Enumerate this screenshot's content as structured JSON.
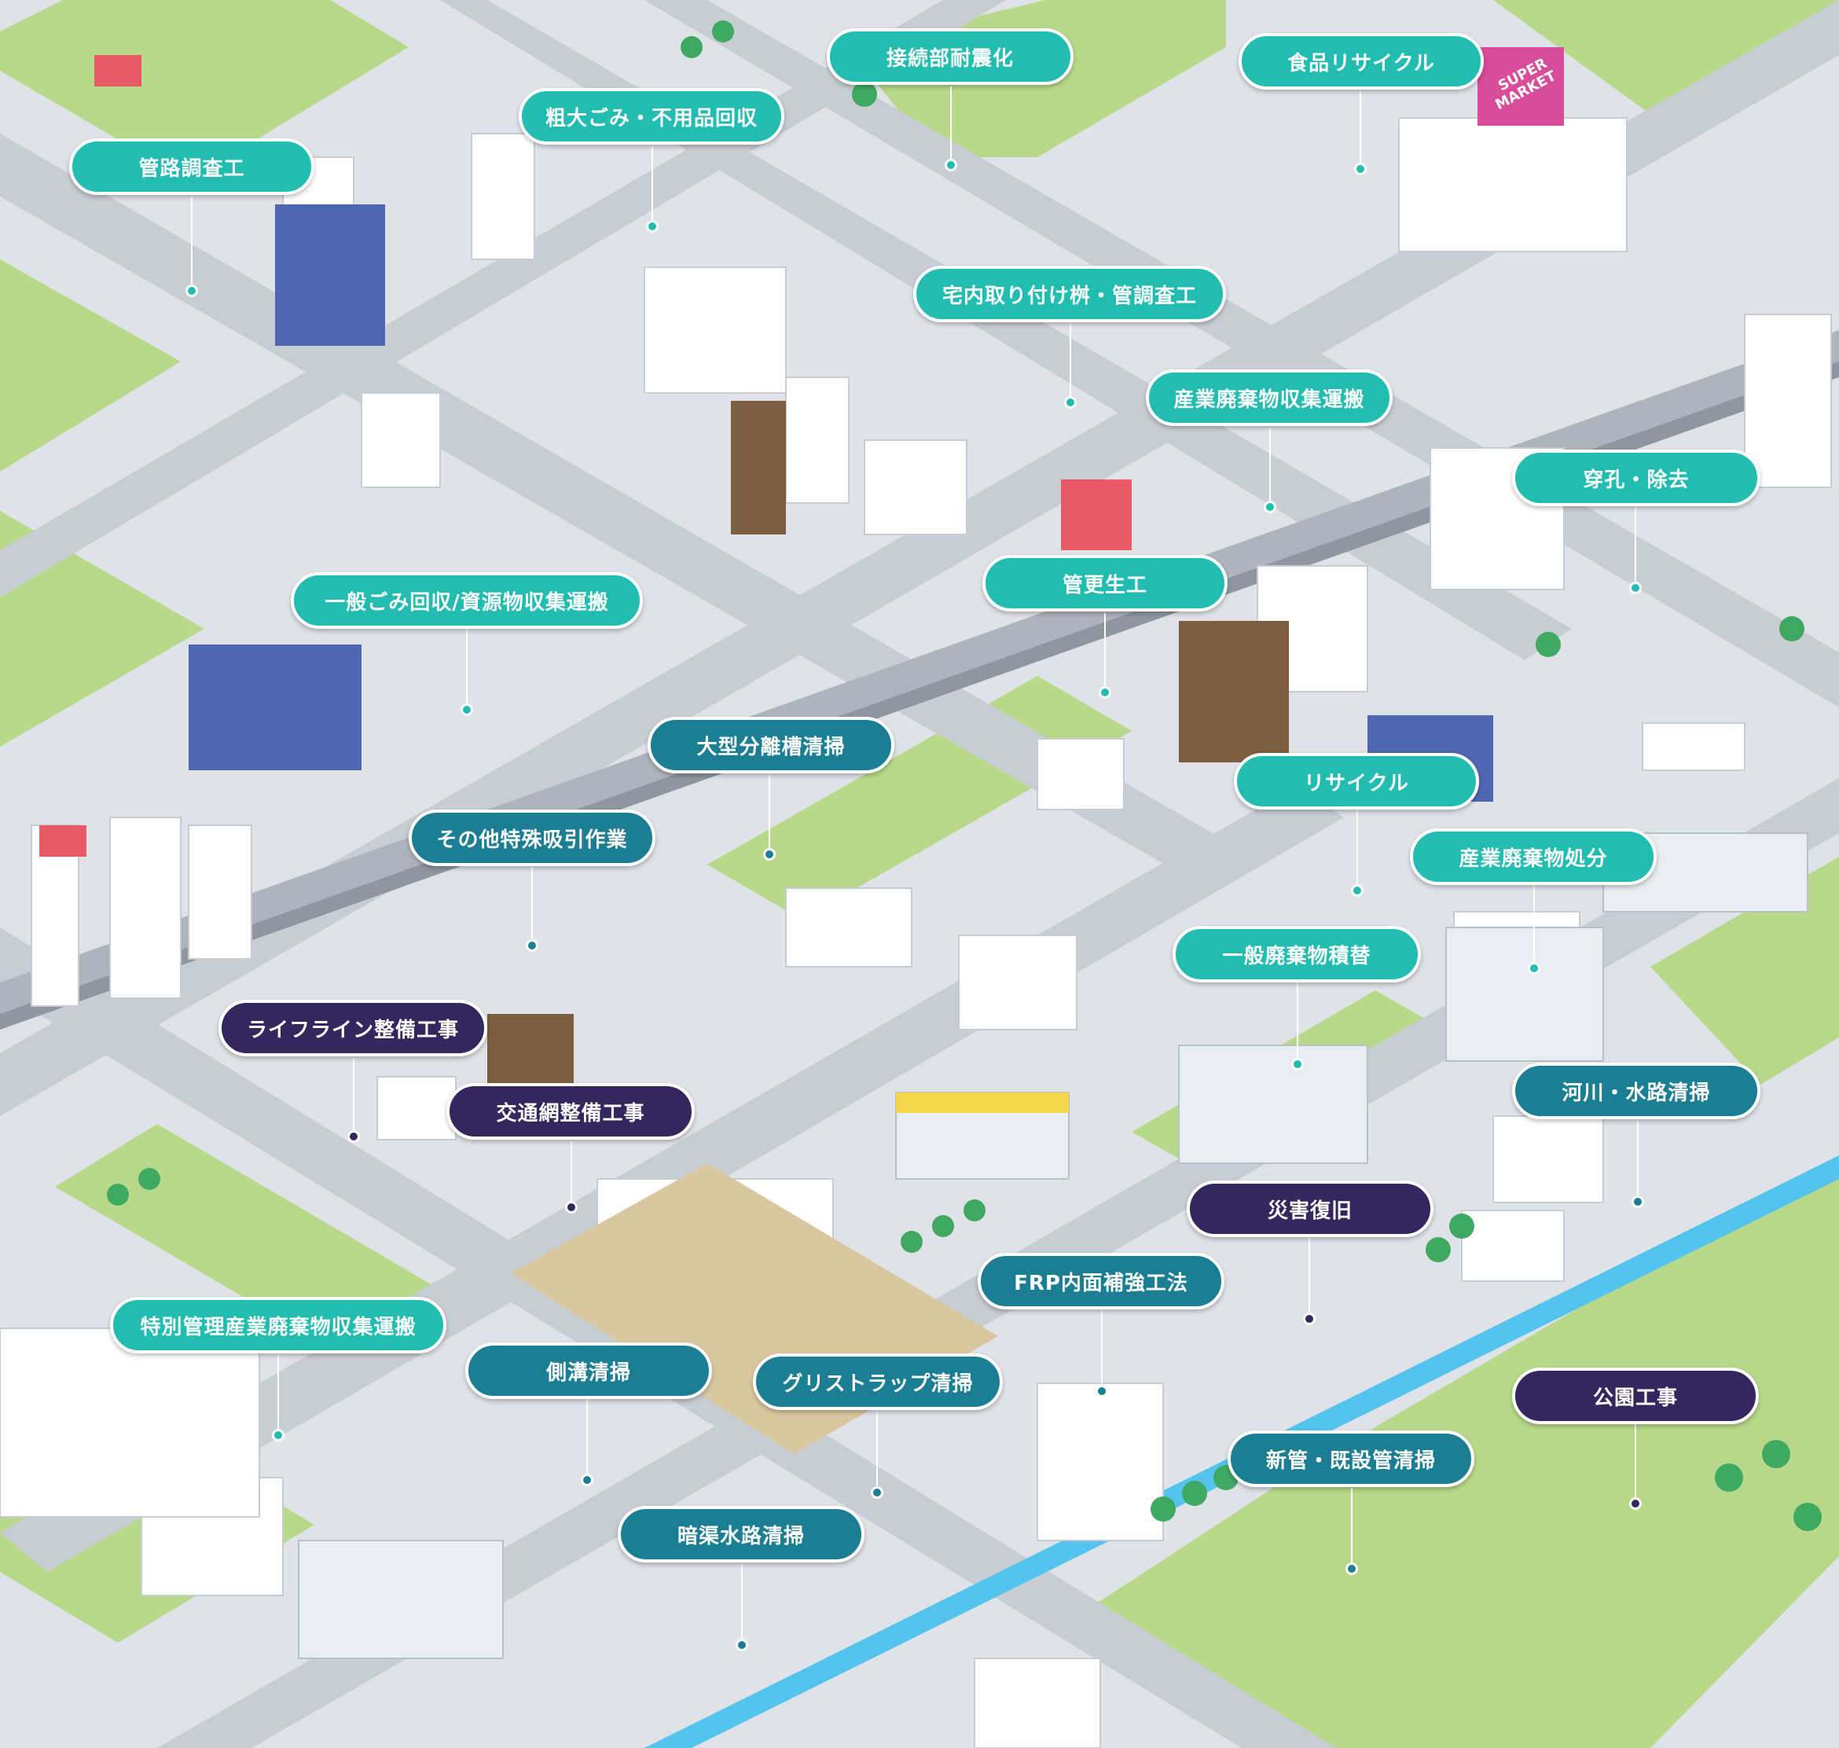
{
  "colors": {
    "road": "#cfd4da",
    "road_edge": "#f2f4f6",
    "block": "#b9d98a",
    "block_alt": "#a6cf72",
    "plaza": "#e5e8ec",
    "river": "#54c4ee",
    "tag_light": "#22bdb0",
    "tag_mid": "#1b7e92",
    "tag_dark": "#33275e",
    "supermarket": "#d84c9a"
  },
  "supermarket_sign": [
    "SUPER",
    "MARKET"
  ],
  "labels": [
    {
      "id": "kanro-chosa",
      "text": "管路調査工",
      "tone": "light"
    },
    {
      "id": "sodai-gomi",
      "text": "粗大ごみ・不用品回収",
      "tone": "light"
    },
    {
      "id": "setsuzoku-taishin",
      "text": "接続部耐震化",
      "tone": "light"
    },
    {
      "id": "shokuhin-recycle",
      "text": "食品リサイクル",
      "tone": "light"
    },
    {
      "id": "takunai-masu",
      "text": "宅内取り付け桝・管調査工",
      "tone": "light"
    },
    {
      "id": "sangyo-shushu",
      "text": "産業廃棄物収集運搬",
      "tone": "light"
    },
    {
      "id": "senko-jokyo",
      "text": "穿孔・除去",
      "tone": "light"
    },
    {
      "id": "kan-kosei",
      "text": "管更生工",
      "tone": "light"
    },
    {
      "id": "ippan-gomi",
      "text": "一般ごみ回収/資源物収集運搬",
      "tone": "light"
    },
    {
      "id": "ogata-bunri",
      "text": "大型分離槽清掃",
      "tone": "mid"
    },
    {
      "id": "recycle",
      "text": "リサイクル",
      "tone": "light"
    },
    {
      "id": "sangyo-shobun",
      "text": "産業廃棄物処分",
      "tone": "light"
    },
    {
      "id": "sonota-kyuin",
      "text": "その他特殊吸引作業",
      "tone": "mid"
    },
    {
      "id": "ippan-tsumikae",
      "text": "一般廃棄物積替",
      "tone": "light"
    },
    {
      "id": "lifeline",
      "text": "ライフライン整備工事",
      "tone": "dark"
    },
    {
      "id": "kotsumo",
      "text": "交通網整備工事",
      "tone": "dark"
    },
    {
      "id": "kasen-suiro",
      "text": "河川・水路清掃",
      "tone": "mid"
    },
    {
      "id": "saigai-fukkyu",
      "text": "災害復旧",
      "tone": "dark"
    },
    {
      "id": "frp-naimen",
      "text": "FRP内面補強工法",
      "tone": "mid"
    },
    {
      "id": "tokubetsu-kanri",
      "text": "特別管理産業廃棄物収集運搬",
      "tone": "light"
    },
    {
      "id": "sokko-seiso",
      "text": "側溝清掃",
      "tone": "mid"
    },
    {
      "id": "grease-trap",
      "text": "グリストラップ清掃",
      "tone": "mid"
    },
    {
      "id": "koen-koji",
      "text": "公園工事",
      "tone": "dark"
    },
    {
      "id": "shinkan-kisetsu",
      "text": "新管・既設管清掃",
      "tone": "mid"
    },
    {
      "id": "ankyo-suiro",
      "text": "暗渠水路清掃",
      "tone": "mid"
    }
  ]
}
